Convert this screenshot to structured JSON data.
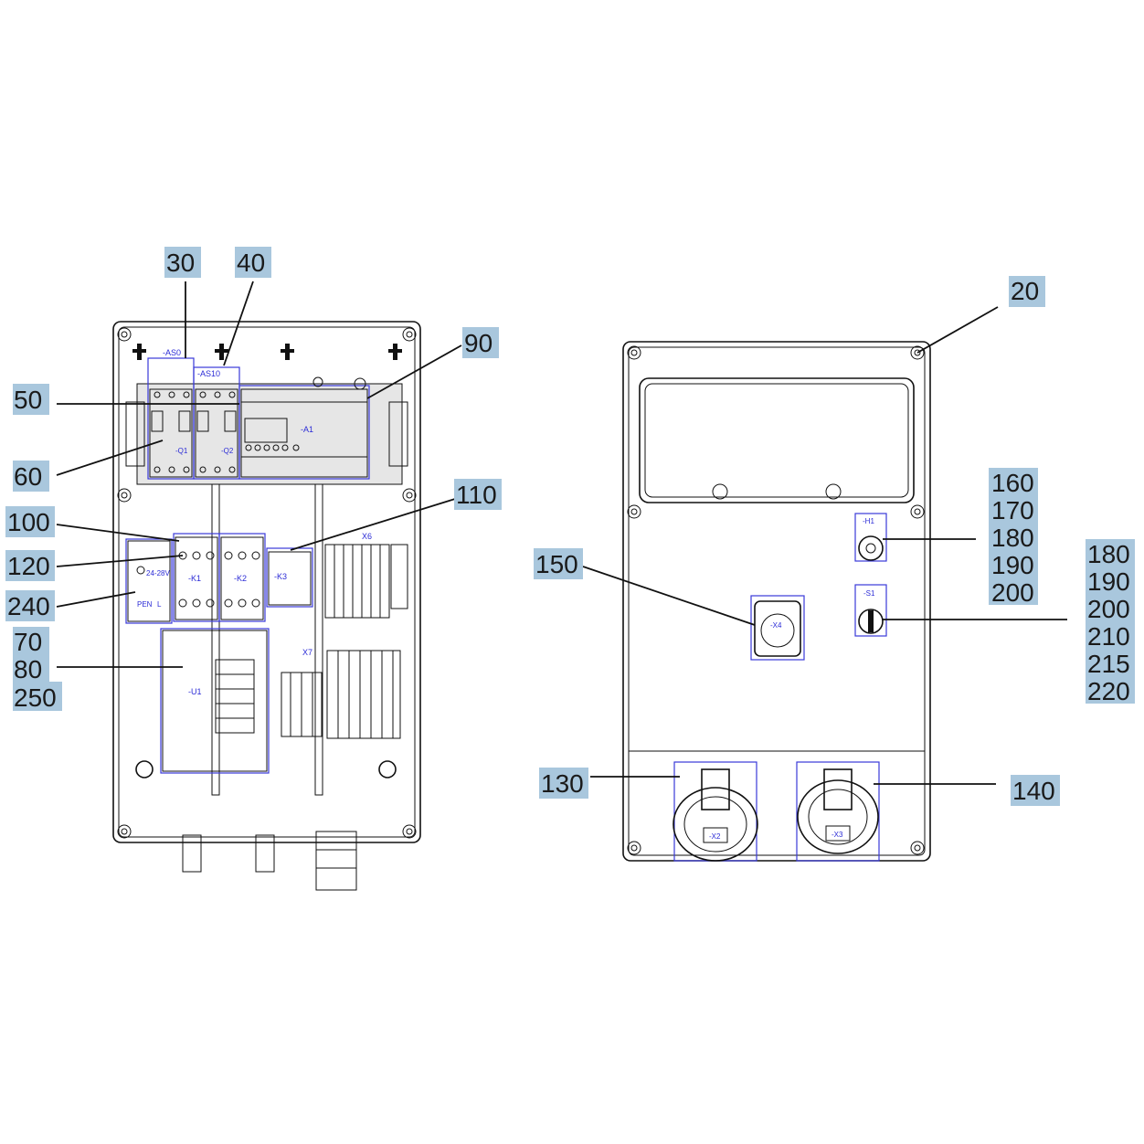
{
  "callouts_left": {
    "c30": "30",
    "c40": "40",
    "c90": "90",
    "c50": "50",
    "c60": "60",
    "c110": "110",
    "c100": "100",
    "c120": "120",
    "c240": "240",
    "c70": "70",
    "c80": "80",
    "c250": "250"
  },
  "callouts_right": {
    "c20": "20",
    "c160": "160",
    "c170": "170",
    "c180": "180",
    "c190": "190",
    "c200": "200",
    "c150": "150",
    "c180b": "180",
    "c190b": "190",
    "c200b": "200",
    "c210": "210",
    "c215": "215",
    "c220": "220",
    "c130": "130",
    "c140": "140"
  },
  "refs": {
    "as0": "-AS0",
    "as10": "-AS10",
    "a1": "-A1",
    "q1": "-Q1",
    "q2": "-Q2",
    "k1": "-K1",
    "k2": "-K2",
    "k3": "-K3",
    "x6": "X6",
    "x7": "X7",
    "u1": "-U1",
    "pen": "PEN",
    "l": "L",
    "psu_v": "24-28V",
    "h1": "-H1",
    "s1": "-S1",
    "x4": "-X4",
    "x2": "-X2",
    "x3": "-X3"
  },
  "colors": {
    "callout_fill": "#a9c7dd",
    "reference_blue": "#2b2bd6"
  }
}
